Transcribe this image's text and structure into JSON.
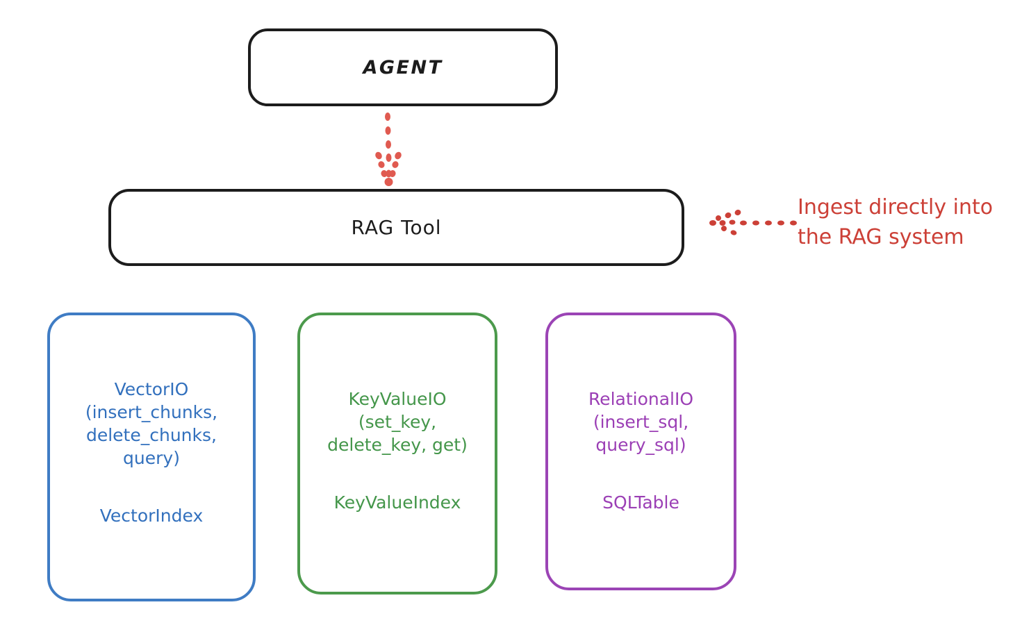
{
  "diagram": {
    "title_node": {
      "label": "AGENT"
    },
    "tool_node": {
      "label": "RAG Tool"
    },
    "annotation": {
      "text": "Ingest directly into\nthe RAG system",
      "color": "#cc4037",
      "arrow_icon": "dotted-arrow-left-icon"
    },
    "flow_arrow": {
      "icon": "dotted-arrow-down-icon",
      "color": "#e05a50"
    },
    "providers": [
      {
        "name": "VectorIO",
        "api": "VectorIO\n(insert_chunks,\ndelete_chunks,\nquery)",
        "index": "VectorIndex",
        "color": "#3f7cc4"
      },
      {
        "name": "KeyValueIO",
        "api": "KeyValueIO\n(set_key,\ndelete_key, get)",
        "index": "KeyValueIndex",
        "color": "#4c9a4c"
      },
      {
        "name": "RelationalIO",
        "api": "RelationalIO\n(insert_sql,\nquery_sql)",
        "index": "SQLTable",
        "color": "#9b44b5"
      }
    ]
  }
}
